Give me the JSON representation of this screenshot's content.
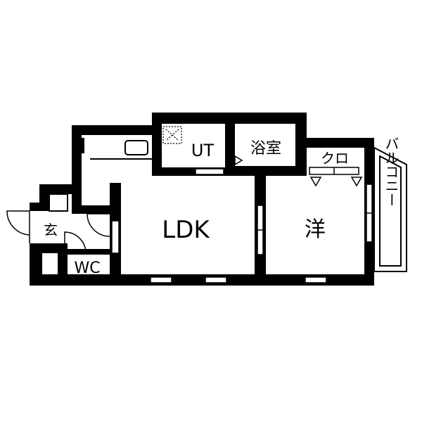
{
  "colors": {
    "wall": "#000000",
    "background": "#ffffff",
    "line": "#000000"
  },
  "rooms": {
    "ldk": "LDK",
    "western": "洋",
    "utility": "UT",
    "bath": "浴室",
    "closet": "クロ",
    "balcony": "バルコニー",
    "entrance": "玄",
    "toilet": "WC"
  },
  "icons": {
    "washer": "washing-machine-pan-icon",
    "sink": "kitchen-sink-icon"
  }
}
